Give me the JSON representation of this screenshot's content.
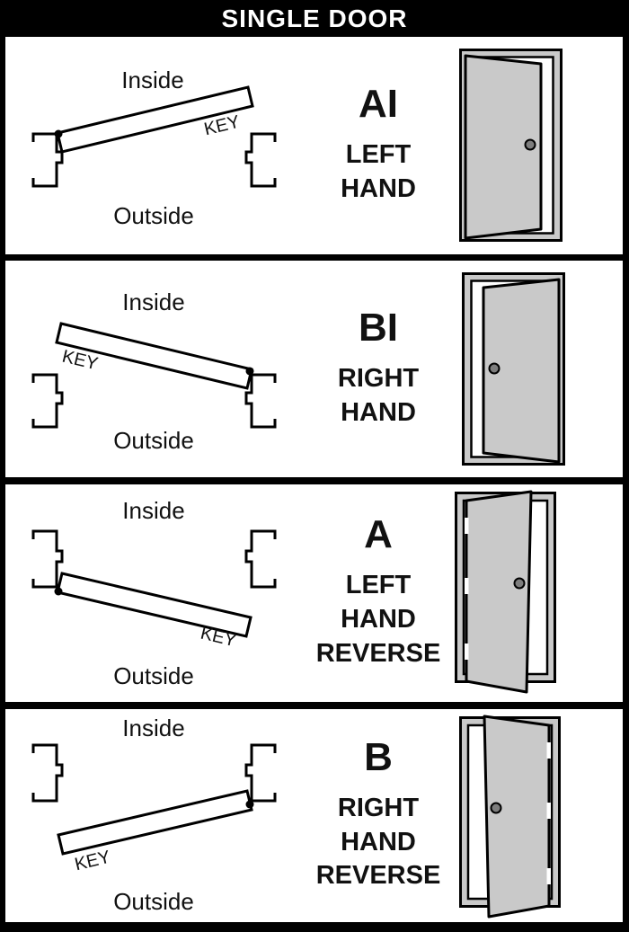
{
  "title": "SINGLE DOOR",
  "colors": {
    "background": "#000000",
    "panel": "#ffffff",
    "door_gray": "#c9c9c9",
    "knob_gray": "#7d7d7d",
    "line": "#000000",
    "title_text": "#ffffff"
  },
  "rows": [
    {
      "code": "AI",
      "hand": "LEFT\nHAND",
      "inside_label": "Inside",
      "outside_label": "Outside",
      "key_label": "KEY",
      "hinge": "left",
      "swing": "inside"
    },
    {
      "code": "BI",
      "hand": "RIGHT\nHAND",
      "inside_label": "Inside",
      "outside_label": "Outside",
      "key_label": "KEY",
      "hinge": "right",
      "swing": "inside"
    },
    {
      "code": "A",
      "hand": "LEFT\nHAND\nREVERSE",
      "inside_label": "Inside",
      "outside_label": "Outside",
      "key_label": "KEY",
      "hinge": "left",
      "swing": "outside"
    },
    {
      "code": "B",
      "hand": "RIGHT\nHAND\nREVERSE",
      "inside_label": "Inside",
      "outside_label": "Outside",
      "key_label": "KEY",
      "hinge": "right",
      "swing": "outside"
    }
  ]
}
